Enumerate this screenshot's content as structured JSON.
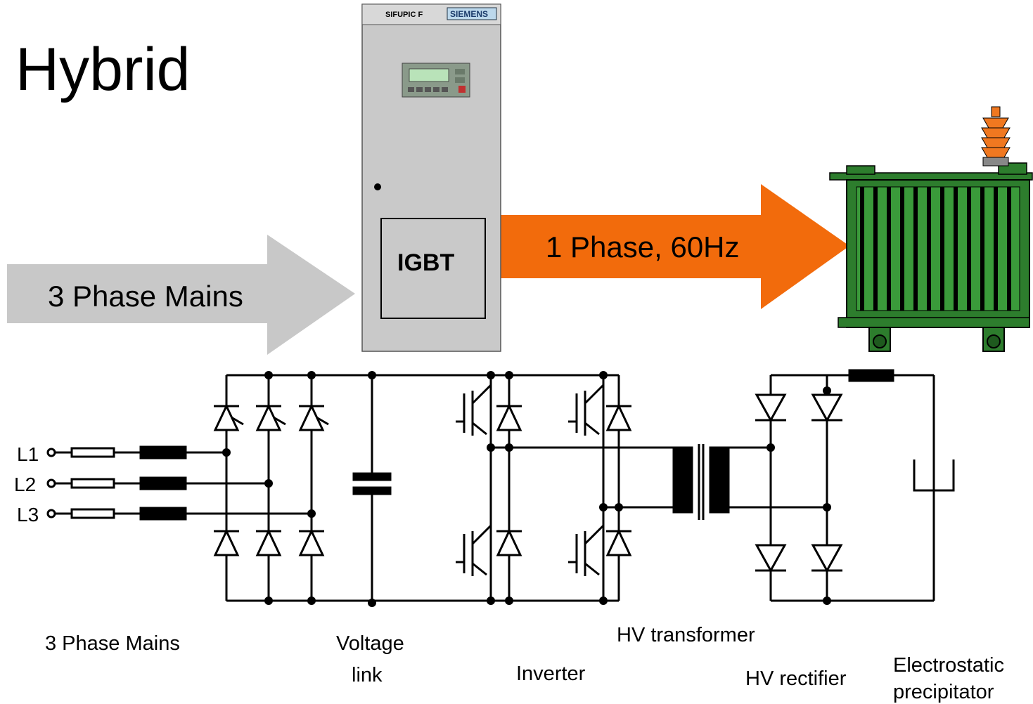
{
  "title": "Hybrid",
  "cabinet": {
    "model": "SIFUPIC F",
    "brand": "SIEMENS",
    "module": "IGBT"
  },
  "arrows": {
    "input_label": "3 Phase Mains",
    "output_label": "1 Phase, 60Hz"
  },
  "phases": [
    "L1",
    "L2",
    "L3"
  ],
  "sections": {
    "mains": "3 Phase Mains",
    "voltage_link_line1": "Voltage",
    "voltage_link_line2": "link",
    "inverter": "Inverter",
    "hv_transformer": "HV transformer",
    "hv_rectifier": "HV rectifier",
    "precipitator_line1": "Electrostatic",
    "precipitator_line2": "precipitator"
  },
  "colors": {
    "input_arrow": "#c8c8c8",
    "output_arrow": "#f26b0c",
    "cabinet": "#c9c9c9",
    "transformer_green": "#2d7d2d",
    "insulator_orange": "#f07820"
  }
}
